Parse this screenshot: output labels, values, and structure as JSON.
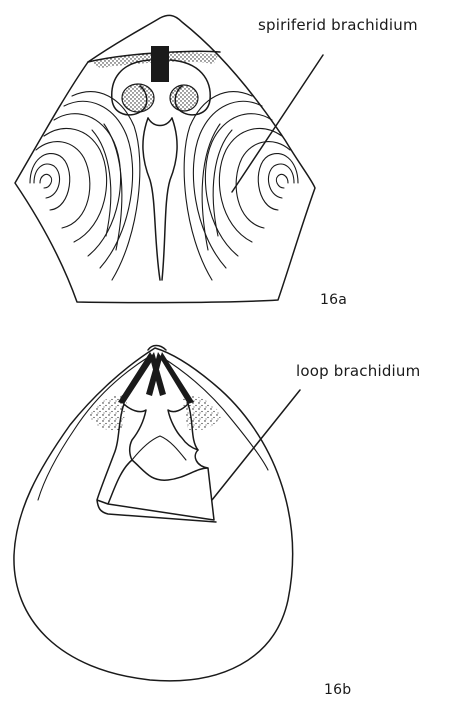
{
  "figure": {
    "panels": [
      {
        "id": "16a",
        "caption": "16a",
        "callout": "spiriferid brachidium"
      },
      {
        "id": "16b",
        "caption": "16b",
        "callout": "loop brachidium"
      }
    ],
    "ink_color": "#1a1a1a",
    "background": "#ffffff"
  }
}
